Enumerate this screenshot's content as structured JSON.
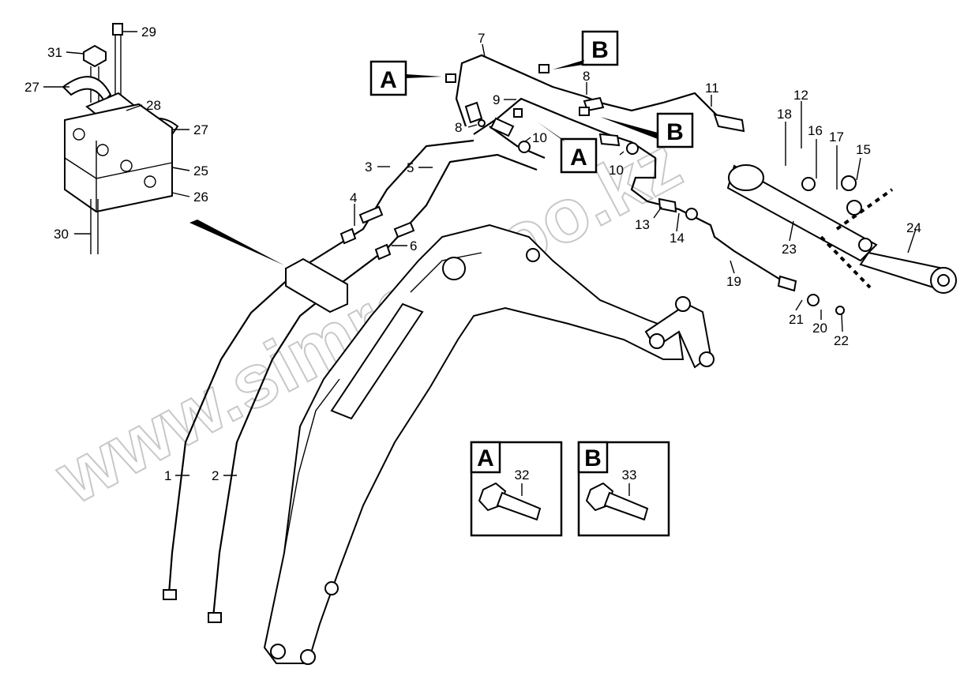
{
  "watermark": "www.simron-too.kz",
  "callouts": {
    "c1": "1",
    "c2": "2",
    "c3": "3",
    "c4": "4",
    "c5": "5",
    "c6": "6",
    "c7": "7",
    "c8a": "8",
    "c8b": "8",
    "c9": "9",
    "c10a": "10",
    "c10b": "10",
    "c11": "11",
    "c12": "12",
    "c13": "13",
    "c14": "14",
    "c15": "15",
    "c16": "16",
    "c17": "17",
    "c18": "18",
    "c19": "19",
    "c20": "20",
    "c21": "21",
    "c22": "22",
    "c23": "23",
    "c24": "24",
    "c25": "25",
    "c26": "26",
    "c27a": "27",
    "c27b": "27",
    "c28": "28",
    "c29": "29",
    "c30": "30",
    "c31": "31",
    "c32": "32",
    "c33": "33"
  },
  "ref_boxes": {
    "a_left": "A",
    "b_top": "B",
    "a_mid": "A",
    "b_right": "B"
  },
  "detail_panels": {
    "a": {
      "letter": "A",
      "part": "32"
    },
    "b": {
      "letter": "B",
      "part": "33"
    }
  }
}
